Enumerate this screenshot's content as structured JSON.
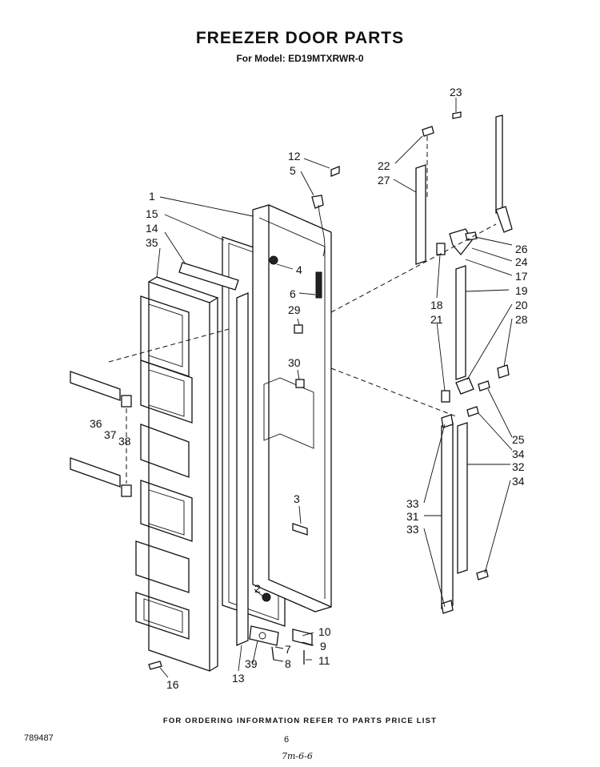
{
  "header": {
    "title": "FREEZER DOOR PARTS",
    "model": "For Model: ED19MTXRWR-0"
  },
  "footer": {
    "ordering_note": "FOR ORDERING INFORMATION REFER TO PARTS PRICE LIST",
    "doc_number": "789487",
    "page_number": "6",
    "handwritten": "7m-6-6"
  },
  "callouts": {
    "c1": "1",
    "c2": "2",
    "c3": "3",
    "c4": "4",
    "c5": "5",
    "c6": "6",
    "c7": "7",
    "c8": "8",
    "c9": "9",
    "c10": "10",
    "c11": "11",
    "c12": "12",
    "c13": "13",
    "c14": "14",
    "c15": "15",
    "c16": "16",
    "c17": "17",
    "c18": "18",
    "c19": "19",
    "c20": "20",
    "c21": "21",
    "c22": "22",
    "c23": "23",
    "c24": "24",
    "c25": "25",
    "c26": "26",
    "c27": "27",
    "c28": "28",
    "c29": "29",
    "c30": "30",
    "c31": "31",
    "c32": "32",
    "c33a": "33",
    "c33b": "33",
    "c34a": "34",
    "c34b": "34",
    "c35": "35",
    "c36": "36",
    "c37": "37",
    "c38": "38",
    "c39": "39"
  }
}
